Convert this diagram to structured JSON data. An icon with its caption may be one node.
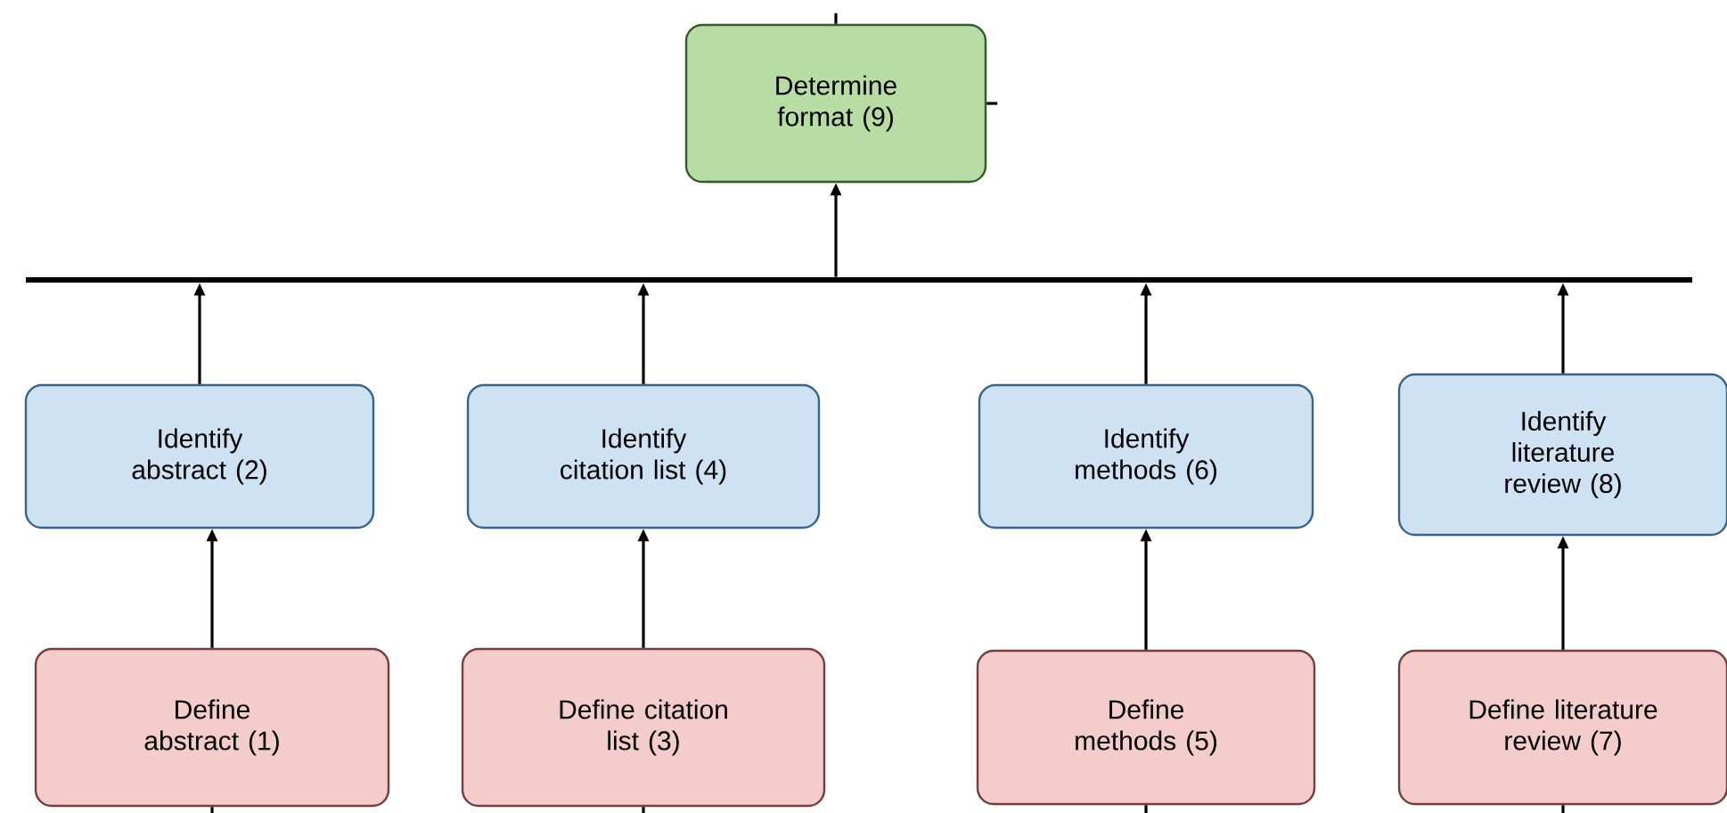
{
  "diagram": {
    "nodes": [
      {
        "text": [
          "Determine format (9)"
        ]
      },
      {
        "text": [],
        "shape": "bar"
      },
      {
        "text": [
          "Identify abstract (2)"
        ]
      },
      {
        "text": [
          "Identify citation list (4)"
        ]
      },
      {
        "text": [
          "Identify methods (6)"
        ]
      },
      {
        "text": [
          "Identify literature review (8)"
        ]
      },
      {
        "text": [
          "Define abstract (1)"
        ]
      },
      {
        "text": [
          "Define citation list (3)"
        ]
      },
      {
        "text": [
          "Define methods (5)"
        ]
      },
      {
        "text": [
          "Define literature review (7)"
        ]
      }
    ],
    "edges": [
      {
        "from": 1,
        "to": 0,
        "arrow": "to"
      },
      {
        "from": 2,
        "to": 1,
        "arrow": "to"
      },
      {
        "from": 3,
        "to": 1,
        "arrow": "to"
      },
      {
        "from": 4,
        "to": 1,
        "arrow": "to"
      },
      {
        "from": 5,
        "to": 1,
        "arrow": "to"
      },
      {
        "from": 6,
        "to": 2,
        "arrow": "to"
      },
      {
        "from": 7,
        "to": 3,
        "arrow": "to"
      },
      {
        "from": 8,
        "to": 4,
        "arrow": "to"
      },
      {
        "from": 9,
        "to": 5,
        "arrow": "to"
      },
      {
        "from": 6,
        "to": null,
        "arrow": "none"
      },
      {
        "from": 7,
        "to": null,
        "arrow": "none"
      },
      {
        "from": 8,
        "to": null,
        "arrow": "none"
      },
      {
        "from": 9,
        "to": null,
        "arrow": "none"
      },
      {
        "from": 0,
        "to": null,
        "arrow": "none"
      },
      {
        "from": 0,
        "to": null,
        "arrow": "none"
      }
    ]
  }
}
